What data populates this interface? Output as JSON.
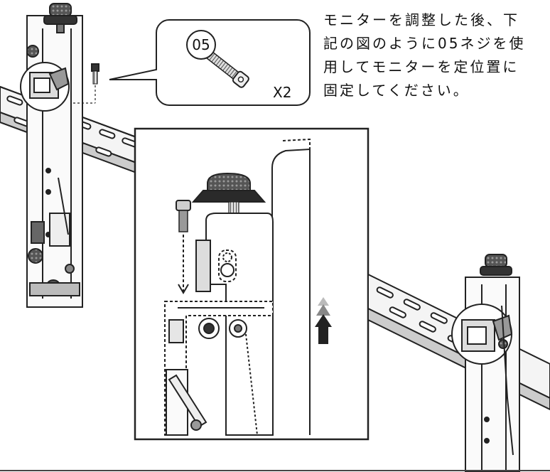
{
  "callout": {
    "part_number": "05",
    "quantity": "X2"
  },
  "instructions": {
    "line1": "モニターを調整した後、下",
    "line2": "記の図のように05ネジを使",
    "line3": "用してモニターを定位置に",
    "line4": "固定してください。"
  },
  "icons": {
    "screw": "hex-socket-screw-icon",
    "arrow": "up-arrow-icon",
    "knob": "adjustment-knob-icon"
  },
  "colors": {
    "line": "#222222",
    "fill_dark": "#333333",
    "fill_mid": "#8a8a8a",
    "fill_light": "#cfcfcf",
    "background": "#ffffff"
  }
}
